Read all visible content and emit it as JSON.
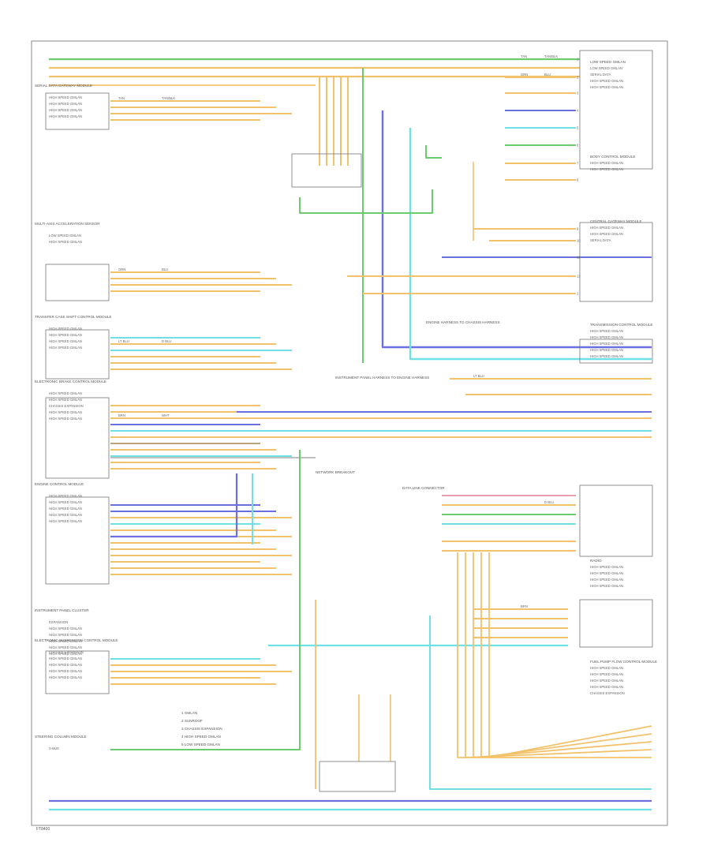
{
  "page": {
    "footer_code": "FT8400"
  },
  "colors": {
    "tan": "#f2c26b",
    "green": "#6ccb6c",
    "blue": "#6b6fe0",
    "cyan": "#6ee0e6",
    "brown": "#bba17c",
    "grey": "#aaaaaa",
    "pink": "#e8a0b0"
  },
  "left_modules": [
    {
      "name": "SERIAL DATA GATEWAY MODULE",
      "rows": [
        "HIGH SPEED GMLAN",
        "HIGH SPEED GMLAN",
        "HIGH SPEED GMLAN",
        "HIGH SPEED GMLAN"
      ]
    },
    {
      "name": "MULTI-AXIS ACCELERATION SENSOR",
      "rows": [
        "LOW SPEED GMLAN",
        "HIGH SPEED GMLAN"
      ]
    },
    {
      "name": "TRANSFER CASE SHIFT CONTROL MODULE",
      "rows": [
        "HIGH SPEED GMLAN",
        "HIGH SPEED GMLAN",
        "HIGH SPEED GMLAN",
        "HIGH SPEED GMLAN"
      ]
    },
    {
      "name": "ELECTRONIC BRAKE CONTROL MODULE",
      "rows": [
        "HIGH SPEED GMLAN",
        "HIGH SPEED GMLAN",
        "CHASSIS EXPANSION",
        "HIGH SPEED GMLAN",
        "HIGH SPEED GMLAN"
      ]
    },
    {
      "name": "ENGINE CONTROL MODULE",
      "rows": [
        "HIGH SPEED GMLAN",
        "HIGH SPEED GMLAN",
        "HIGH SPEED GMLAN",
        "HIGH SPEED GMLAN",
        "HIGH SPEED GMLAN"
      ]
    },
    {
      "name": "INSTRUMENT PANEL CLUSTER",
      "rows": [
        "EXPANSION",
        "HIGH SPEED GMLAN",
        "HIGH SPEED GMLAN",
        "HIGH SPEED GMLAN",
        "HIGH SPEED GMLAN",
        "HIGH SPEED GMLAN"
      ]
    },
    {
      "name": "ELECTRONIC SUSPENSION CONTROL MODULE",
      "rows": [
        "CHASSIS EXPANSION",
        "HIGH SPEED GMLAN",
        "HIGH SPEED GMLAN",
        "HIGH SPEED GMLAN",
        "HIGH SPEED GMLAN"
      ]
    },
    {
      "name": "STEERING COLUMN MODULE",
      "rows": [
        "S-BUS"
      ]
    }
  ],
  "right_modules": [
    {
      "name": "LOW SPEED GMLAN",
      "rows": [
        "LOW SPEED GMLAN",
        "SERIAL DATA",
        "HIGH SPEED GMLAN",
        "HIGH SPEED GMLAN"
      ]
    },
    {
      "name": "BODY CONTROL MODULE",
      "rows": [
        "HIGH SPEED GMLAN",
        "HIGH SPEED GMLAN"
      ]
    },
    {
      "name": "CENTRAL GATEWAY MODULE",
      "rows": [
        "HIGH SPEED GMLAN",
        "HIGH SPEED GMLAN",
        "SERIAL DATA"
      ]
    },
    {
      "name": "TRANSMISSION CONTROL MODULE",
      "rows": [
        "HIGH SPEED GMLAN",
        "HIGH SPEED GMLAN",
        "HIGH SPEED GMLAN",
        "HIGH SPEED GMLAN",
        "HIGH SPEED GMLAN"
      ]
    },
    {
      "name": "RADIO",
      "rows": [
        "HIGH SPEED GMLAN",
        "HIGH SPEED GMLAN",
        "HIGH SPEED GMLAN",
        "HIGH SPEED GMLAN"
      ]
    },
    {
      "name": "FUEL PUMP FLOW CONTROL MODULE",
      "rows": [
        "HIGH SPEED GMLAN",
        "HIGH SPEED GMLAN",
        "HIGH SPEED GMLAN",
        "HIGH SPEED GMLAN",
        "CHASSIS EXPANSION"
      ]
    }
  ],
  "center_labels": [
    "DATA LINK CONNECTOR",
    "INSTRUMENT PANEL HARNESS TO ENGINE HARNESS",
    "ENGINE HARNESS TO CHASSIS HARNESS",
    "NETWORK BREAKOUT"
  ],
  "notes": [
    "1 GMLAN",
    "2 SUNROOF",
    "3 CHASSIS EXPANSION",
    "4 HIGH SPEED GMLAN",
    "5 LOW SPEED GMLAN"
  ],
  "wire_tags": [
    "TAN",
    "TAN/BLK",
    "GRN",
    "BLU",
    "LT BLU",
    "D BLU",
    "BRN",
    "WHT"
  ],
  "pin_numbers": [
    "1",
    "2",
    "3",
    "4",
    "5",
    "6",
    "7",
    "8",
    "9",
    "10",
    "11",
    "12"
  ]
}
